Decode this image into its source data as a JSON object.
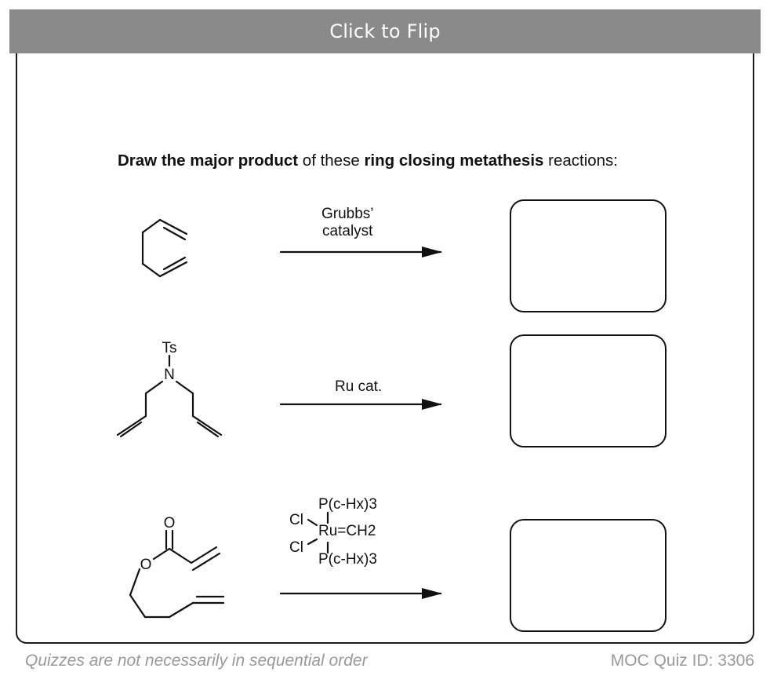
{
  "header": {
    "flip_label": "Click to Flip"
  },
  "question": {
    "part1": "Draw the major product",
    "part2": " of these ",
    "part3": "ring closing metathesis",
    "part4": " reactions:"
  },
  "reactions": [
    {
      "reagent_line1": "Grubbs’",
      "reagent_line2": "catalyst"
    },
    {
      "reagent_line1": "Ru cat."
    },
    {
      "reagent_line1": "P(c-Hx)3",
      "reagent_center": "Ru=CH2",
      "reagent_line3": "P(c-Hx)3",
      "ligand": "Cl"
    }
  ],
  "labels": {
    "tosyl": "Ts",
    "nitrogen": "N",
    "oxygen_carbonyl": "O",
    "oxygen_ester": "O"
  },
  "footer": {
    "note": "Quizzes are not necessarily in sequential order",
    "quiz_id": "MOC Quiz ID: 3306"
  },
  "colors": {
    "header_bg": "#8a8a8a",
    "border": "#1a1a1a",
    "footer_text": "#999999"
  }
}
